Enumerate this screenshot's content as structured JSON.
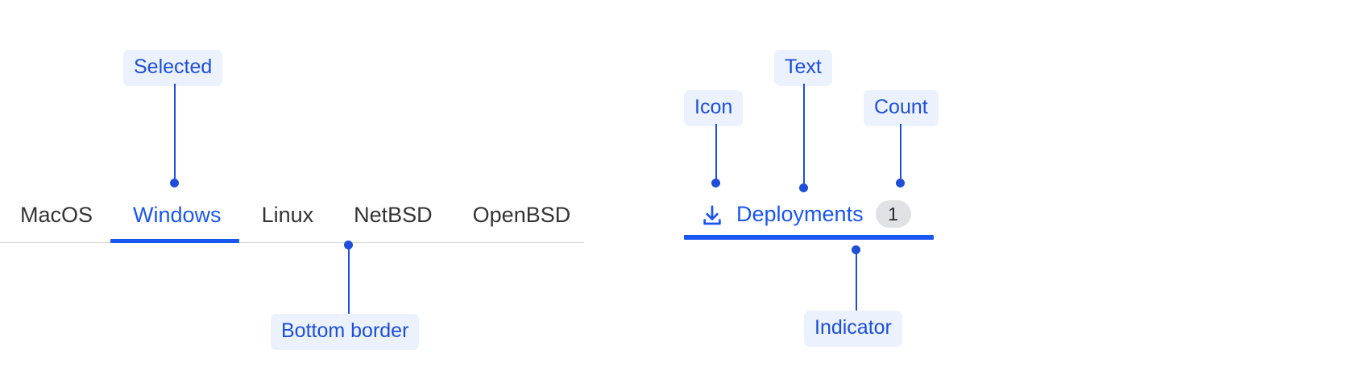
{
  "annotations": {
    "selected": "Selected",
    "bottom_border": "Bottom border",
    "icon": "Icon",
    "text": "Text",
    "count": "Count",
    "indicator": "Indicator"
  },
  "left_tabs": {
    "items": [
      {
        "label": "MacOS",
        "active": false
      },
      {
        "label": "Windows",
        "active": true
      },
      {
        "label": "Linux",
        "active": false
      },
      {
        "label": "NetBSD",
        "active": false
      },
      {
        "label": "OpenBSD",
        "active": false
      }
    ]
  },
  "right_tab": {
    "icon_name": "download-icon",
    "label": "Deployments",
    "count": "1"
  },
  "colors": {
    "accent": "#1A56F0",
    "annotation_text": "#1D4ED8",
    "annotation_bg": "#EBF2FE",
    "tab_text": "#333333",
    "border": "#D6D6D6",
    "count_bg": "#DFE1E4"
  }
}
